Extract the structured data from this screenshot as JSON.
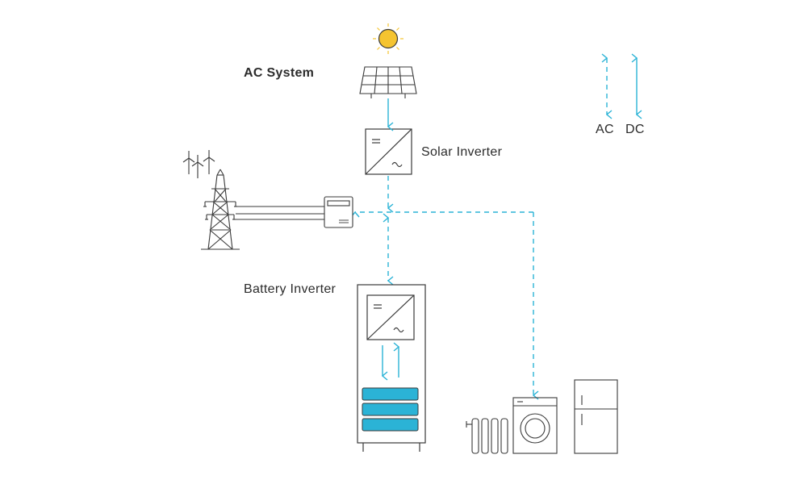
{
  "diagram": {
    "title": "AC System",
    "labels": {
      "solar_inverter": "Solar Inverter",
      "battery_inverter": "Battery Inverter"
    },
    "legend": {
      "ac": "AC",
      "dc": "DC"
    },
    "colors": {
      "line": "#3a3a3a",
      "flow": "#2bb3d6",
      "battery": "#2bb3d6",
      "sun": "#f5c430",
      "background": "#ffffff"
    },
    "icons": [
      "sun-icon",
      "solar-panel-icon",
      "inverter-icon",
      "wind-turbine-icon",
      "power-tower-icon",
      "meter-icon",
      "battery-cabinet-icon",
      "radiator-icon",
      "washing-machine-icon",
      "fridge-icon"
    ]
  }
}
